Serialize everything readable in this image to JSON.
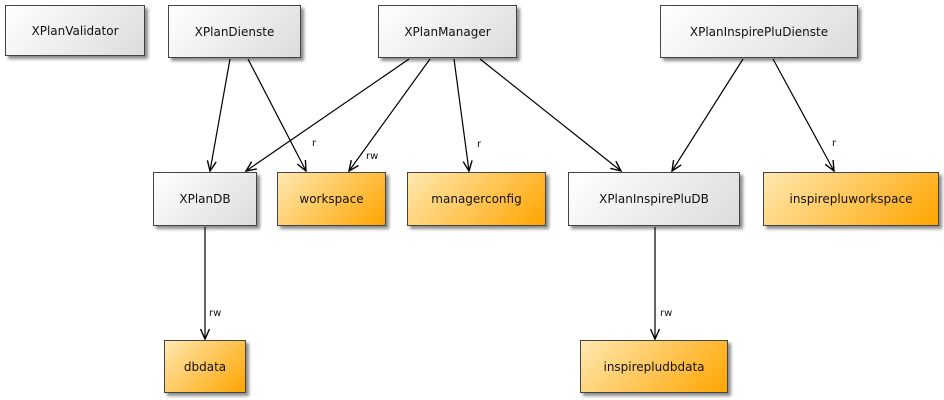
{
  "nodes": {
    "xplanvalidator": "XPlanValidator",
    "xplandienste": "XPlanDienste",
    "xplanmanager": "XPlanManager",
    "xplaninspirepludienste": "XPlanInspirePluDienste",
    "xplandb": "XPlanDB",
    "workspace": "workspace",
    "managerconfig": "managerconfig",
    "xplaninspirepludb": "XPlanInspirePluDB",
    "inspirepluworkspace": "inspirepluworkspace",
    "dbdata": "dbdata",
    "inspirepludbdata": "inspirepludbdata"
  },
  "edges": [
    {
      "from": "xplandienste",
      "to": "xplandb",
      "label": ""
    },
    {
      "from": "xplandienste",
      "to": "workspace",
      "label": "r"
    },
    {
      "from": "xplanmanager",
      "to": "xplandb",
      "label": ""
    },
    {
      "from": "xplanmanager",
      "to": "workspace",
      "label": "rw"
    },
    {
      "from": "xplanmanager",
      "to": "managerconfig",
      "label": "r"
    },
    {
      "from": "xplanmanager",
      "to": "xplaninspirepludb",
      "label": ""
    },
    {
      "from": "xplaninspirepludienste",
      "to": "xplaninspirepludb",
      "label": ""
    },
    {
      "from": "xplaninspirepludienste",
      "to": "inspirepluworkspace",
      "label": "r"
    },
    {
      "from": "xplandb",
      "to": "dbdata",
      "label": "rw"
    },
    {
      "from": "xplaninspirepludb",
      "to": "inspirepludbdata",
      "label": "rw"
    }
  ]
}
